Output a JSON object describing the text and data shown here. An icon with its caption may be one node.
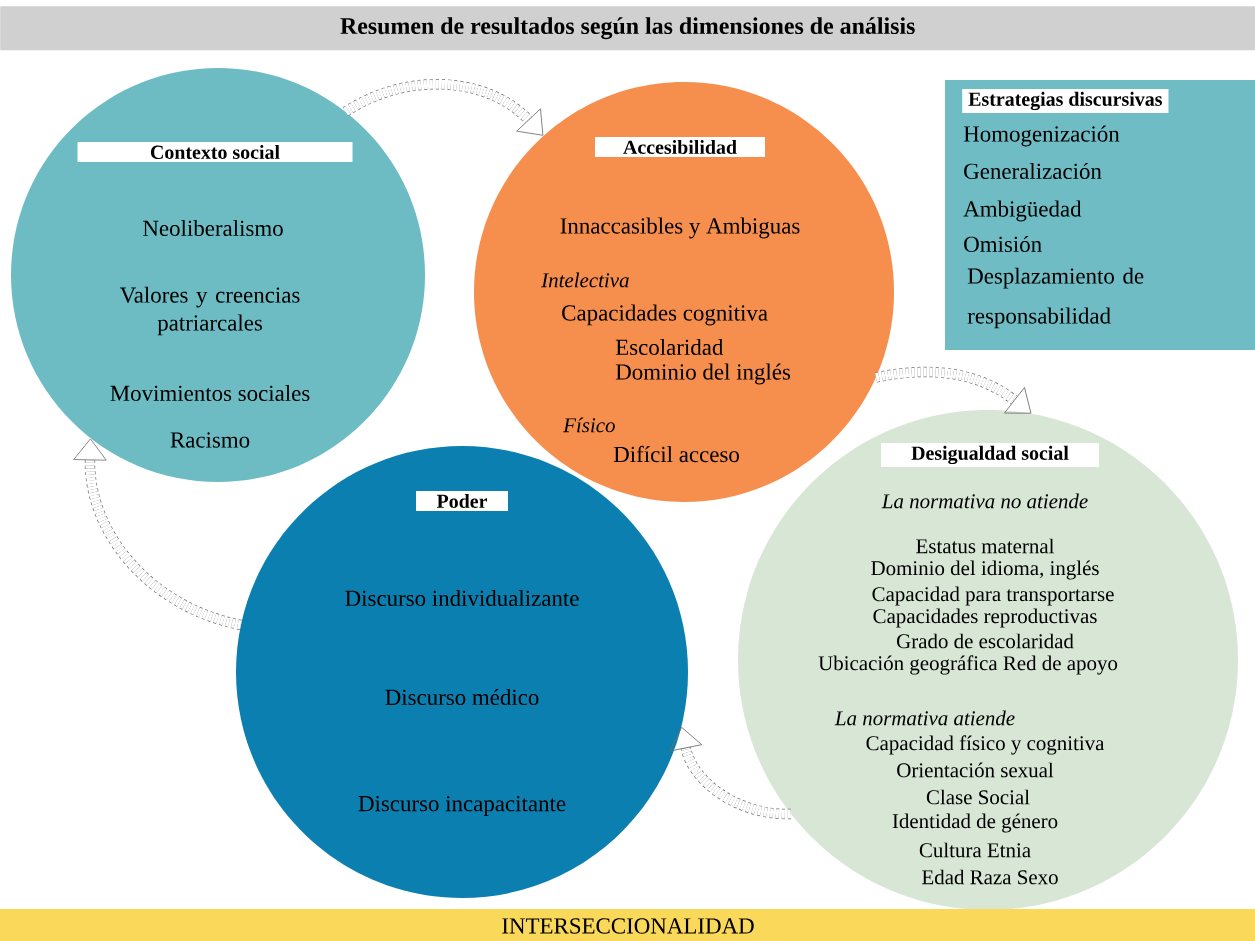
{
  "diagram": {
    "title": "Resumen de resultados según las dimensiones de análisis",
    "nodes": [
      {
        "text": [
          "Contexto social",
          "Neoliberalismo",
          "Valores y creencias patriarcales",
          "Movimientos sociales",
          "Racismo"
        ]
      },
      {
        "text": [
          "Accesibilidad",
          "Innaccasibles y Ambiguas",
          "Intelectiva",
          "Capacidades cognitiva",
          "Escolaridad",
          "Dominio del inglés",
          "Físico",
          "Difícil acceso"
        ]
      },
      {
        "text": [
          "Estrategias discursivas",
          "Homogenización",
          "Generalización",
          "Ambigüedad",
          "Omisión",
          "Desplazamiento de responsabilidad"
        ]
      },
      {
        "text": [
          "Poder",
          "Discurso individualizante",
          "Discurso médico",
          "Discurso incapacitante"
        ]
      },
      {
        "text": [
          "Desigualdad social",
          "La normativa no atiende",
          "Estatus maternal",
          "Dominio del idioma, inglés",
          "Capacidad para transportarse",
          "Capacidades reproductivas",
          "Grado de escolaridad",
          "Ubicación geográfica  Red de apoyo",
          "La normativa atiende",
          "Capacidad físico y cognitiva",
          "Orientación sexual",
          "Clase Social",
          "Identidad de género",
          "Cultura  Etnia",
          "Edad  Raza  Sexo"
        ]
      },
      {
        "text": [
          "INTERSECCIONALIDAD"
        ]
      }
    ],
    "edges": [
      {
        "from": 0,
        "to": 1,
        "arrow": "to",
        "style": "dashed"
      },
      {
        "from": 1,
        "to": 4,
        "arrow": "to",
        "style": "dashed"
      },
      {
        "from": 4,
        "to": 3,
        "arrow": "to",
        "style": "dashed"
      },
      {
        "from": 3,
        "to": 0,
        "arrow": "to",
        "style": "dashed"
      }
    ]
  }
}
